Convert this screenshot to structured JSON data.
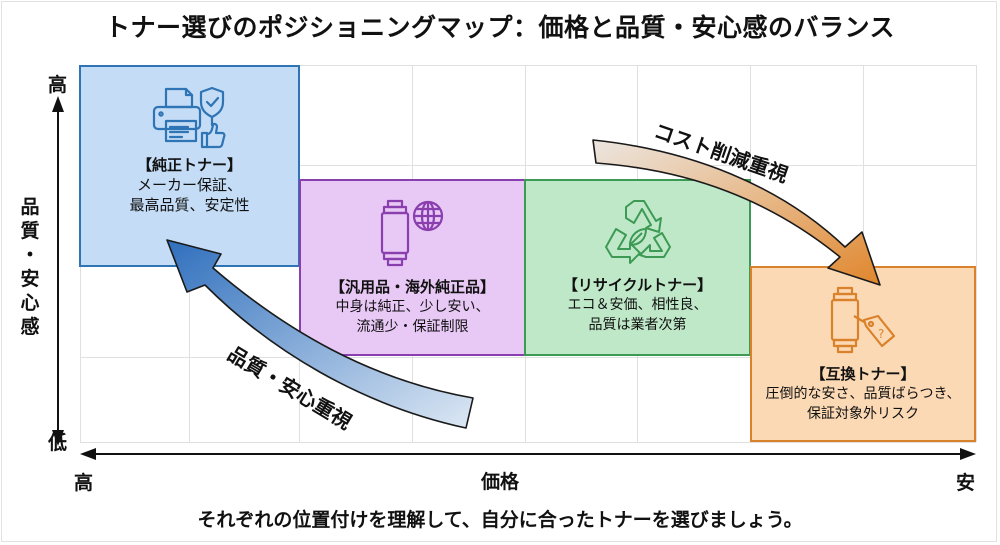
{
  "title": "トナー選びのポジショニングマップ：価格と品質・安心感のバランス",
  "axes": {
    "y": {
      "label": "品質・安心感",
      "label_chars": [
        "品",
        "質",
        "・",
        "安",
        "心",
        "感"
      ],
      "high": "高",
      "low": "低"
    },
    "x": {
      "label": "価格",
      "left": "高",
      "right": "安"
    }
  },
  "boxes": [
    {
      "id": "genuine",
      "title": "【純正トナー】",
      "lines": [
        "メーカー保証、",
        "最高品質、安定性"
      ],
      "icon": "printer-shield-thumbsup-icon",
      "color": "#2f74b5",
      "fill": "#c4dcf5"
    },
    {
      "id": "generic",
      "title": "【汎用品・海外純正品】",
      "lines": [
        "中身は純正、少し安い、",
        "流通少・保証制限"
      ],
      "icon": "cartridge-globe-icon",
      "color": "#8a3fae",
      "fill": "#e8c8f5"
    },
    {
      "id": "recycle",
      "title": "【リサイクルトナー】",
      "lines": [
        "エコ＆安価、相性良、",
        "品質は業者次第"
      ],
      "icon": "recycle-leaf-icon",
      "color": "#3c9a55",
      "fill": "#bfe8c8"
    },
    {
      "id": "compat",
      "title": "【互換トナー】",
      "lines": [
        "圧倒的な安さ、品質ばらつき、",
        "保証対象外リスク"
      ],
      "icon": "cartridge-price-tag-icon",
      "color": "#d9822b",
      "fill": "#fbd9b5"
    }
  ],
  "flows": {
    "quality": {
      "label": "品質・安心重視",
      "color": "#3b78c2"
    },
    "cost": {
      "label": "コスト削減重視",
      "color": "#e08a30"
    }
  },
  "footer": "それぞれの位置付けを理解して、自分に合ったトナーを選びましょう。"
}
